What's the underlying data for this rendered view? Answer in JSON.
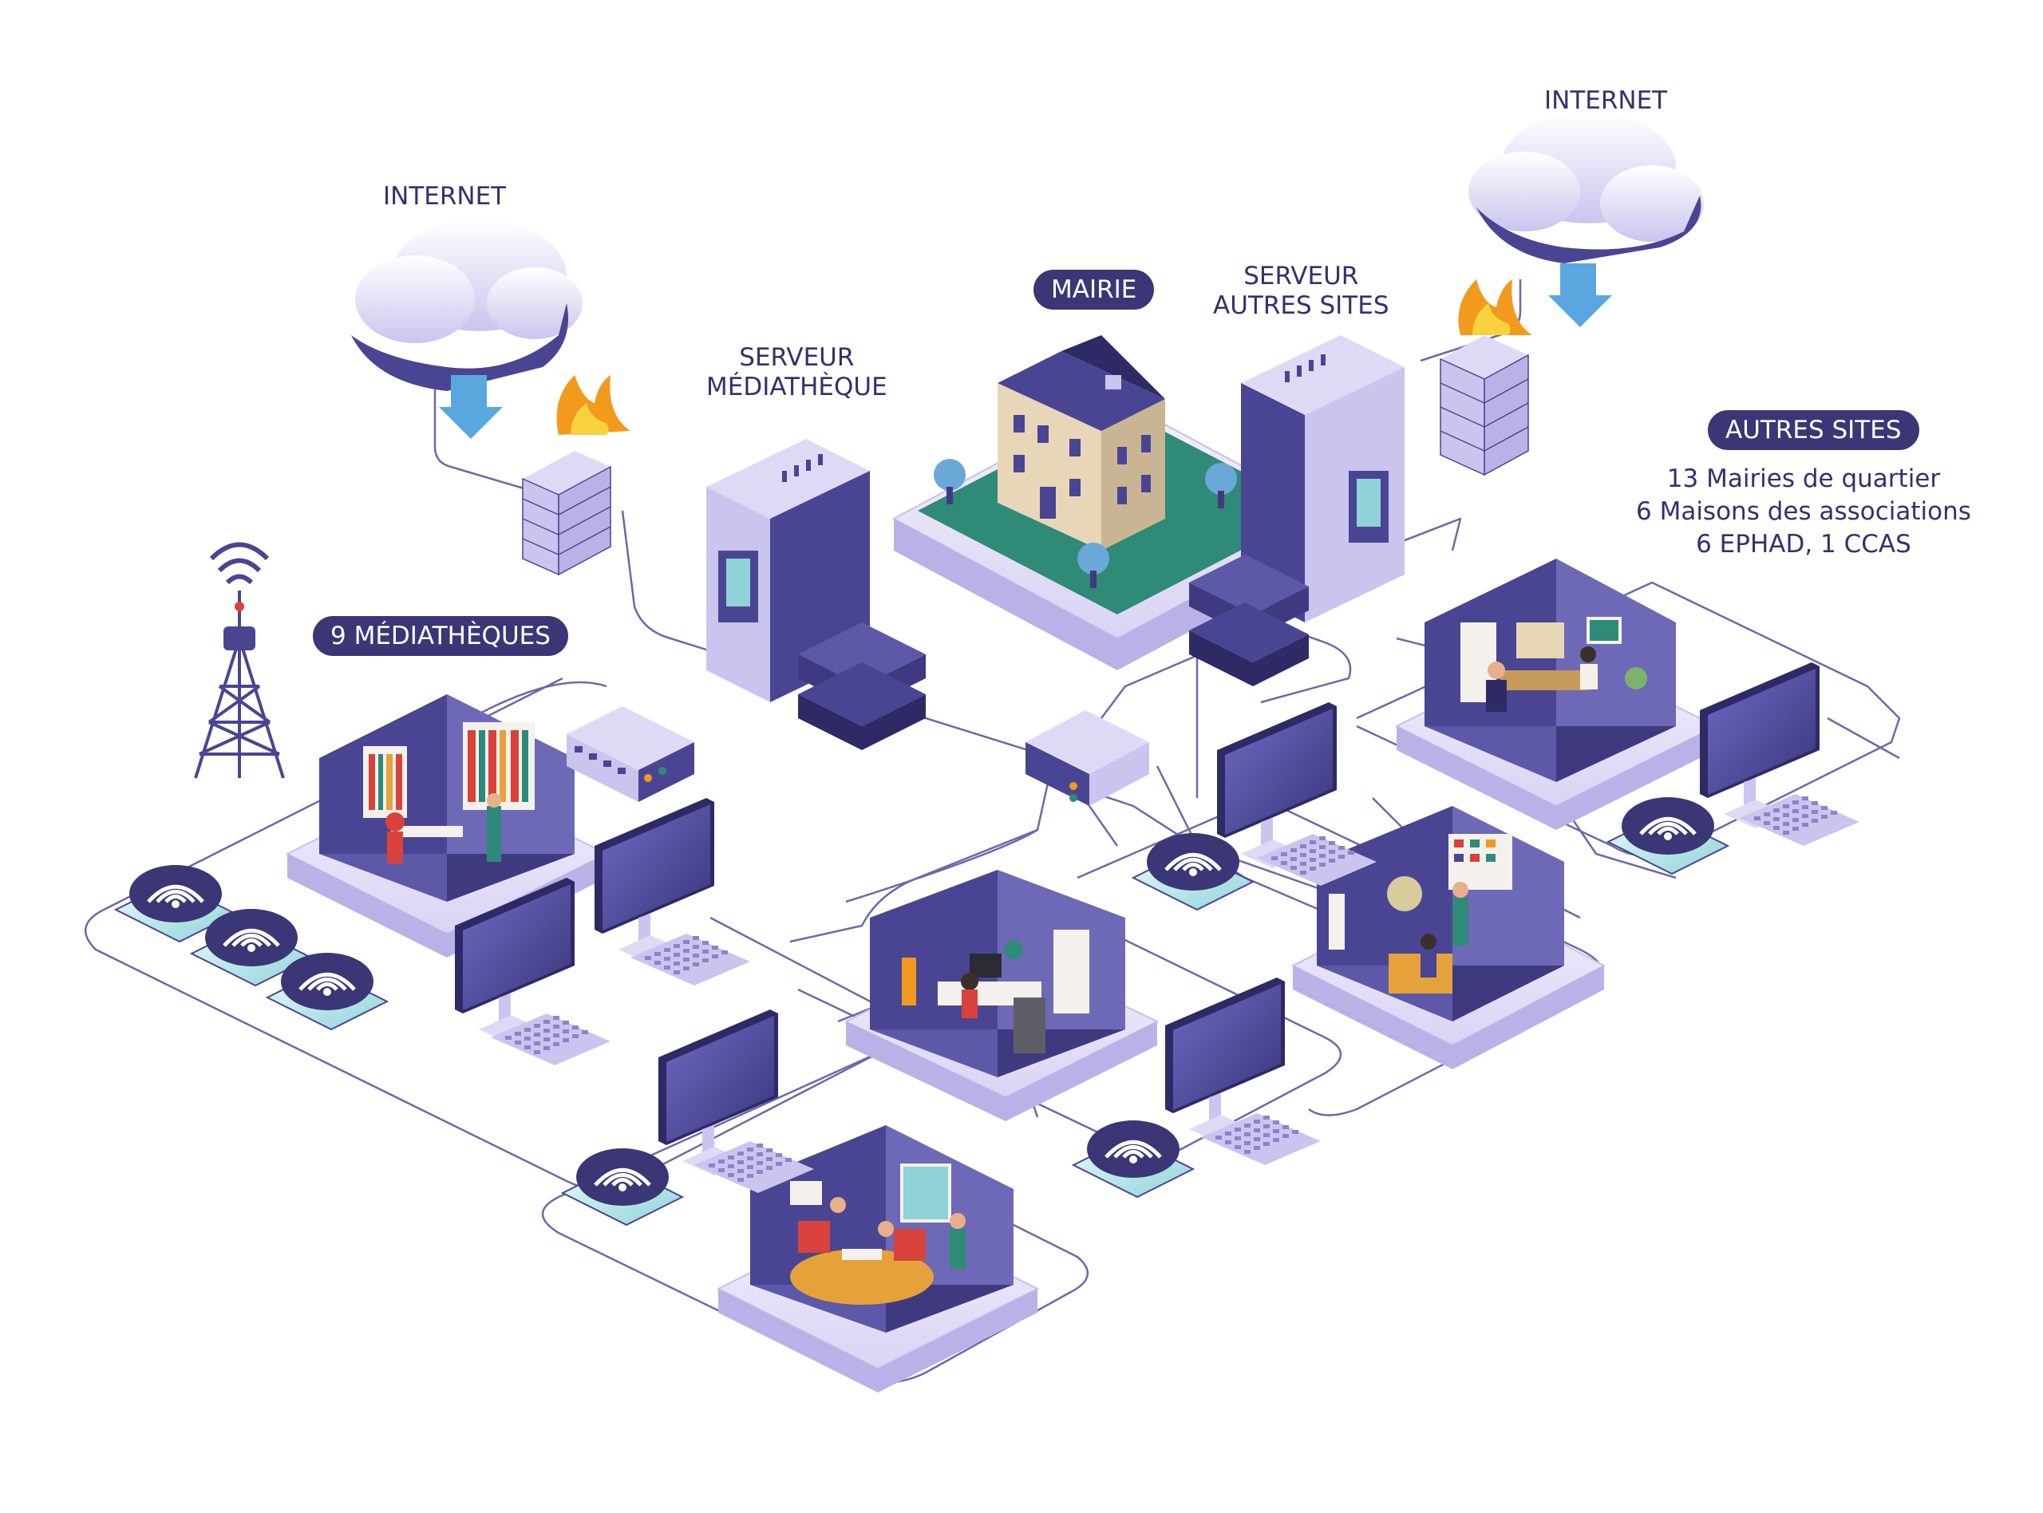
{
  "colors": {
    "ink": "#34306e",
    "pill": "#3b3676",
    "violet": "#4a4592",
    "lavender": "#cfcbf0",
    "platform": "#e7e3f8",
    "line": "#6d68aa",
    "fire": "#f29a1d",
    "flame_core": "#f7d23c",
    "lawn": "#2f8a78",
    "building": "#e8d6b8",
    "roof": "#4a4592"
  },
  "labels": {
    "internet_left": "INTERNET",
    "internet_right": "INTERNET",
    "mairie": "MAIRIE",
    "serveur_mediatheque": [
      "SERVEUR",
      "MÉDIATHÈQUE"
    ],
    "serveur_autres_sites": [
      "SERVEUR",
      "AUTRES SITES"
    ],
    "autres_sites": "AUTRES SITES",
    "autres_sites_list": [
      "13 Mairies de quartier",
      "6 Maisons des associations",
      "6 EPHAD, 1 CCAS"
    ],
    "mediatheques": "9 MÉDIATHÈQUES"
  },
  "icons": [
    "cloud-icon",
    "download-arrow-icon",
    "firewall-icon",
    "server-icon",
    "switch-icon",
    "monitor-icon",
    "keyboard-icon",
    "wifi-tablet-icon",
    "antenna-tower-icon",
    "town-hall-icon"
  ]
}
